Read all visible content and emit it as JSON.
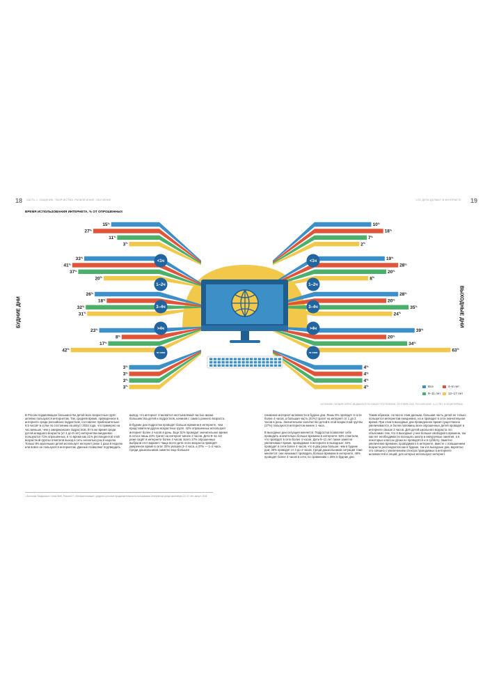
{
  "page": {
    "left_number": "18",
    "right_number": "19",
    "left_header": "ЧАСТЬ 1. ОБЩЕНИЕ, ТВОРЧЕСТВО, РАЗВЛЕЧЕНИЕ, ОБУЧЕНИЕ",
    "right_header": "ЧТО ДЕТИ ДЕЛАЮТ В ИНТЕРНЕТЕ"
  },
  "chart_data": {
    "type": "bar",
    "title": "ВРЕМЯ ИСПОЛЬЗОВАНИЯ ИНТЕРНЕТА, % ОТ ОПРОШЕННЫХ",
    "left_panel_label": "БУДНИЕ ДНИ",
    "right_panel_label": "ВЫХОДНЫЕ ДНИ",
    "categories": [
      "<1ч",
      "1–2ч",
      "3–4ч",
      ">4ч",
      "не знаю"
    ],
    "value_suffix": "%",
    "series": [
      {
        "name": "Все",
        "color": "#3d8fc7",
        "weekdays": [
          15,
          33,
          26,
          23,
          3
        ],
        "weekends": [
          10,
          19,
          28,
          39,
          4
        ]
      },
      {
        "name": "4–8 лет",
        "color": "#e0553a",
        "weekdays": [
          27,
          41,
          18,
          8,
          3
        ],
        "weekends": [
          18,
          28,
          20,
          20,
          4
        ]
      },
      {
        "name": "9–11 лет",
        "color": "#4db06a",
        "weekdays": [
          11,
          37,
          32,
          17,
          3
        ],
        "weekends": [
          7,
          20,
          35,
          34,
          4
        ]
      },
      {
        "name": "12–17 лет",
        "color": "#f2c84b",
        "weekdays": [
          3,
          20,
          31,
          42,
          3
        ],
        "weekends": [
          2,
          8,
          24,
          63,
          4
        ]
      }
    ],
    "legend": [
      "Все",
      "4–8 лет",
      "9–11 лет",
      "12–17 лет"
    ],
    "legend_position": "bottom-right",
    "source": "ИСТОЧНИК: ОНЛАЙН-ОПРОС МЕДИАСКОП ПО ЗАКАЗУ РОСТЕЛЕКОМ, СЕНТЯБРЬ 2024, РОССИЯ 100К+, 4–17 ЛЕТ, 5 033 ИНТЕРВЬЮ"
  },
  "colors": {
    "blue": "#3d8fc7",
    "red": "#e0553a",
    "green": "#4db06a",
    "yellow": "#f2c84b",
    "badge": "#22659e",
    "arch": "#f2c84b"
  },
  "illustration": {
    "icons": [
      "computer-monitor-icon",
      "globe-icon",
      "keyboard-icon"
    ]
  },
  "text_columns": [
    [
      "В России подавляющее большинство детей всех возрастных групп активно пользуются интернетом. Так, средняя время, проведенное в интернете среди российских подростков, составляет приблизительно 6,5 часов¹ в сутки по состоянию на август 2024 года, что примерно на час меньше, чем у американских подростков. В то же время среди детей младшего возраста (от 4 до 8 лет) интернетом ежедневно пользуются 71% опрошенных, в то время как 21% респондентов этой возрастной группы отметили выход в сеть несколько раз в неделю. Только 9% маленьких детей использует интернет реже 1 раза в неделю или вовсе не пользуются интернетом. Данные позволяют подтвердить"
    ],
    [
      "вывод, что интернет становится неотъемлемой частью жизни большинства детей и подростков, начиная с самого раннего возраста.",
      "В будние дни подростки проводят больше времени в интернете, чем представители других возрастных групп. 42% опрошенных используют интернет более 4 часов в день. Еще 31% проводит значительное время в сети и лишь 23% тратит на интернет менее 2 часов. Дети 9–11 лет реже сидят в интернете более 4 часов: всего 17% опрошенных выбрали этот вариант. Чаще всего дети этого возраста проводят умеренное время в сети: 32% указали 3–4 часа, а 37% — 1–2 часа. Среди дошкольников заметно еще большее"
    ],
    [
      "снижение интернет-активности в будние дни. Лишь 8% проводят в сети более 4 часов, а большая часть (41%) тратит на интернет от 1 до 2 часов в день. Значительное количество детей в этой возрастной группы (27%) пользуются интернетом менее 1 часа.",
      "В выходные дни ситуация меняется. Подростки позволяют себе проводить значительно больше времени в интернете: 63% отметили, что проводят в сети более 4 часов. Дети 9–11 лет также заметно увеличивают время, проводимое в интернете в выходные: 34% проводят в сети более 4 часов, что в два раза больше, чем в будние дни; 35% проводят от 3 до 4 часов. Среди дошкольников ситуация тоже меняется: они начинают проводить больше времени в интернете, 49% проводят более 3 часов в сети, по сравнению с 26% в будние дни."
    ],
    [
      "Таким образом, согласно этим данным, большая часть детей не только пользуется интернетом ежедневно, но и проводит в сети значительное время. При этом в выходные дни проведенное время существенно увеличивается, и более половины всех опрошенных детей проводят в интернете свыше 3 часов. Для детей школьного возраста это объяснимо тем, что в выходные у них больше свободного времени, так как нет необходимости посещать школу и внеурочные занятия, а в некоторых классах уроки не проводятся и в субботу. Заметно увеличение времени, проводимого в интернете, вместе с повышением возраста респондентов как в будние, так и в выходные дни, вероятно это связано с увеличением спектра проводимых в интернете активностей и опций, для которых используют интернет."
    ]
  ],
  "footnote": "¹ Источник: Медиаскоп: Cross Web, Россия 0+, телефон/планшет, среднее суточное продолжительность пользования интернетом среди населения 12–17 лет, август 2024"
}
